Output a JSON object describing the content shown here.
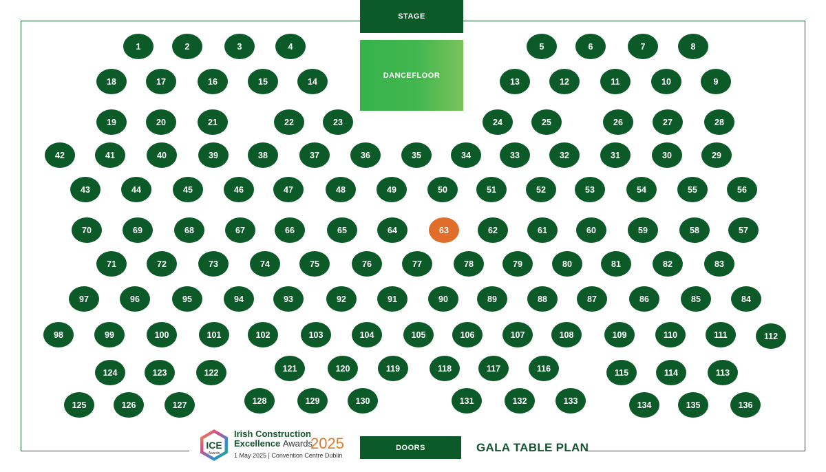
{
  "stage": "STAGE",
  "dancefloor": "DANCEFLOOR",
  "doors": "DOORS",
  "title": "GALA TABLE PLAN",
  "colors": {
    "table": "#0c5a28",
    "highlight": "#e06e2a",
    "border": "#1c5a30"
  },
  "logo": {
    "badge": "ICE",
    "badge_sub": "Awards",
    "line1": "Irish Construction",
    "line2": "Excellence",
    "line2_suffix": "Awards",
    "year": "2025",
    "date_venue": "1 May 2025 | Convention Centre Dublin"
  },
  "highlighted_table": "63",
  "tables": [
    "1",
    "2",
    "3",
    "4",
    "5",
    "6",
    "7",
    "8",
    "9",
    "10",
    "11",
    "12",
    "13",
    "14",
    "15",
    "16",
    "17",
    "18",
    "19",
    "20",
    "21",
    "22",
    "23",
    "24",
    "25",
    "26",
    "27",
    "28",
    "29",
    "30",
    "31",
    "32",
    "33",
    "34",
    "35",
    "36",
    "37",
    "38",
    "39",
    "40",
    "41",
    "42",
    "43",
    "44",
    "45",
    "46",
    "47",
    "48",
    "49",
    "50",
    "51",
    "52",
    "53",
    "54",
    "55",
    "56",
    "57",
    "58",
    "59",
    "60",
    "61",
    "62",
    "63",
    "64",
    "65",
    "66",
    "67",
    "68",
    "69",
    "70",
    "71",
    "72",
    "73",
    "74",
    "75",
    "76",
    "77",
    "78",
    "79",
    "80",
    "81",
    "82",
    "83",
    "84",
    "85",
    "86",
    "87",
    "88",
    "89",
    "90",
    "91",
    "92",
    "93",
    "94",
    "95",
    "96",
    "97",
    "98",
    "99",
    "100",
    "101",
    "102",
    "103",
    "104",
    "105",
    "106",
    "107",
    "108",
    "109",
    "110",
    "111",
    "112",
    "113",
    "114",
    "115",
    "116",
    "117",
    "118",
    "119",
    "120",
    "121",
    "122",
    "123",
    "124",
    "125",
    "126",
    "127",
    "128",
    "129",
    "130",
    "131",
    "132",
    "133",
    "134",
    "135",
    "136"
  ]
}
